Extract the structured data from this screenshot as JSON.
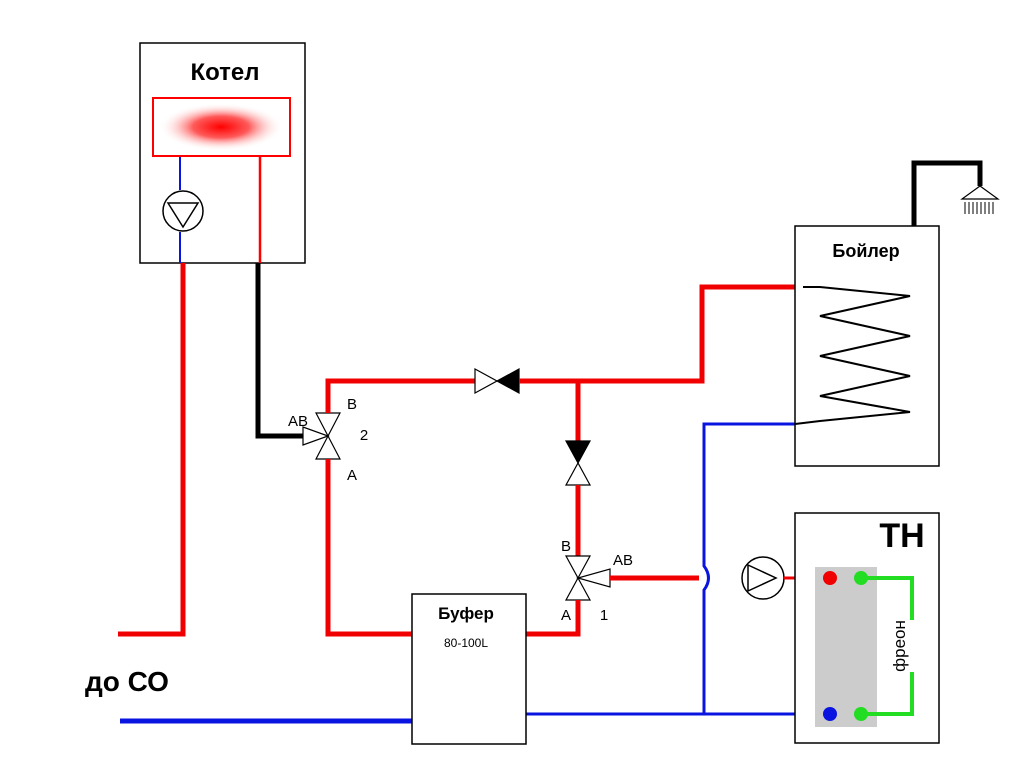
{
  "units": {
    "boiler_heater": {
      "label": "Котел"
    },
    "dhw_tank": {
      "label": "Бойлер"
    },
    "buffer_tank": {
      "label": "Буфер",
      "capacity": "80-100L"
    },
    "heat_pump": {
      "label": "ТН",
      "refrigerant_label": "фреон"
    }
  },
  "valves": {
    "valve_2": {
      "number": "2",
      "port_a": "A",
      "port_b": "B",
      "port_ab": "AB"
    },
    "valve_1": {
      "number": "1",
      "port_a": "A",
      "port_b": "B",
      "port_ab": "AB"
    }
  },
  "outlet": {
    "label": "до СО"
  },
  "colors": {
    "supply": "#f00000",
    "return": "#0a14e0",
    "neutral": "#000000",
    "refrigerant": "#22dd22",
    "exchanger": "#cccccc"
  }
}
